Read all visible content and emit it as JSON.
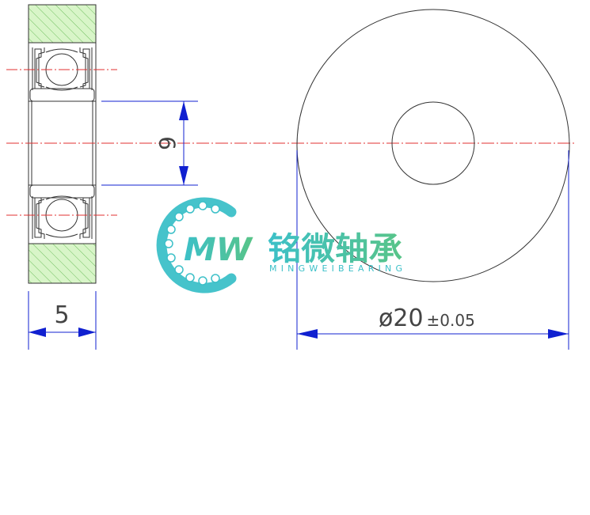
{
  "drawing": {
    "width_dimension": "5",
    "bore_dimension": "6",
    "outer_diameter_symbol": "ø",
    "outer_diameter_value": "20",
    "outer_diameter_tolerance": "±0.05"
  },
  "brand": {
    "logo_letters": "MW",
    "name_cn": "铭微轴承",
    "name_en": "MINGWEIBEARING"
  },
  "colors": {
    "line": "#333333",
    "centerline": "#e03030",
    "hatch_fill": "#d8f5c8",
    "hatch_line": "#70c060",
    "dimension": "#1020d0",
    "brand_teal": "#3cc0c8",
    "brand_green": "#58c488"
  },
  "icons": [
    "bearing-logo-icon"
  ]
}
